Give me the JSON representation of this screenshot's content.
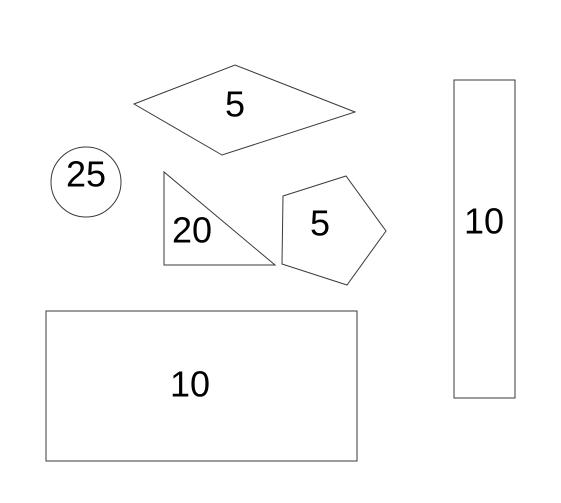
{
  "diagram": {
    "shapes": [
      {
        "id": "rhombus",
        "type": "rhombus",
        "label": "5"
      },
      {
        "id": "circle",
        "type": "circle",
        "label": "25"
      },
      {
        "id": "right-triangle",
        "type": "triangle",
        "label": "20"
      },
      {
        "id": "pentagon",
        "type": "pentagon",
        "label": "5"
      },
      {
        "id": "tall-rectangle",
        "type": "rectangle",
        "label": "10"
      },
      {
        "id": "wide-rectangle",
        "type": "rectangle",
        "label": "10"
      }
    ]
  }
}
